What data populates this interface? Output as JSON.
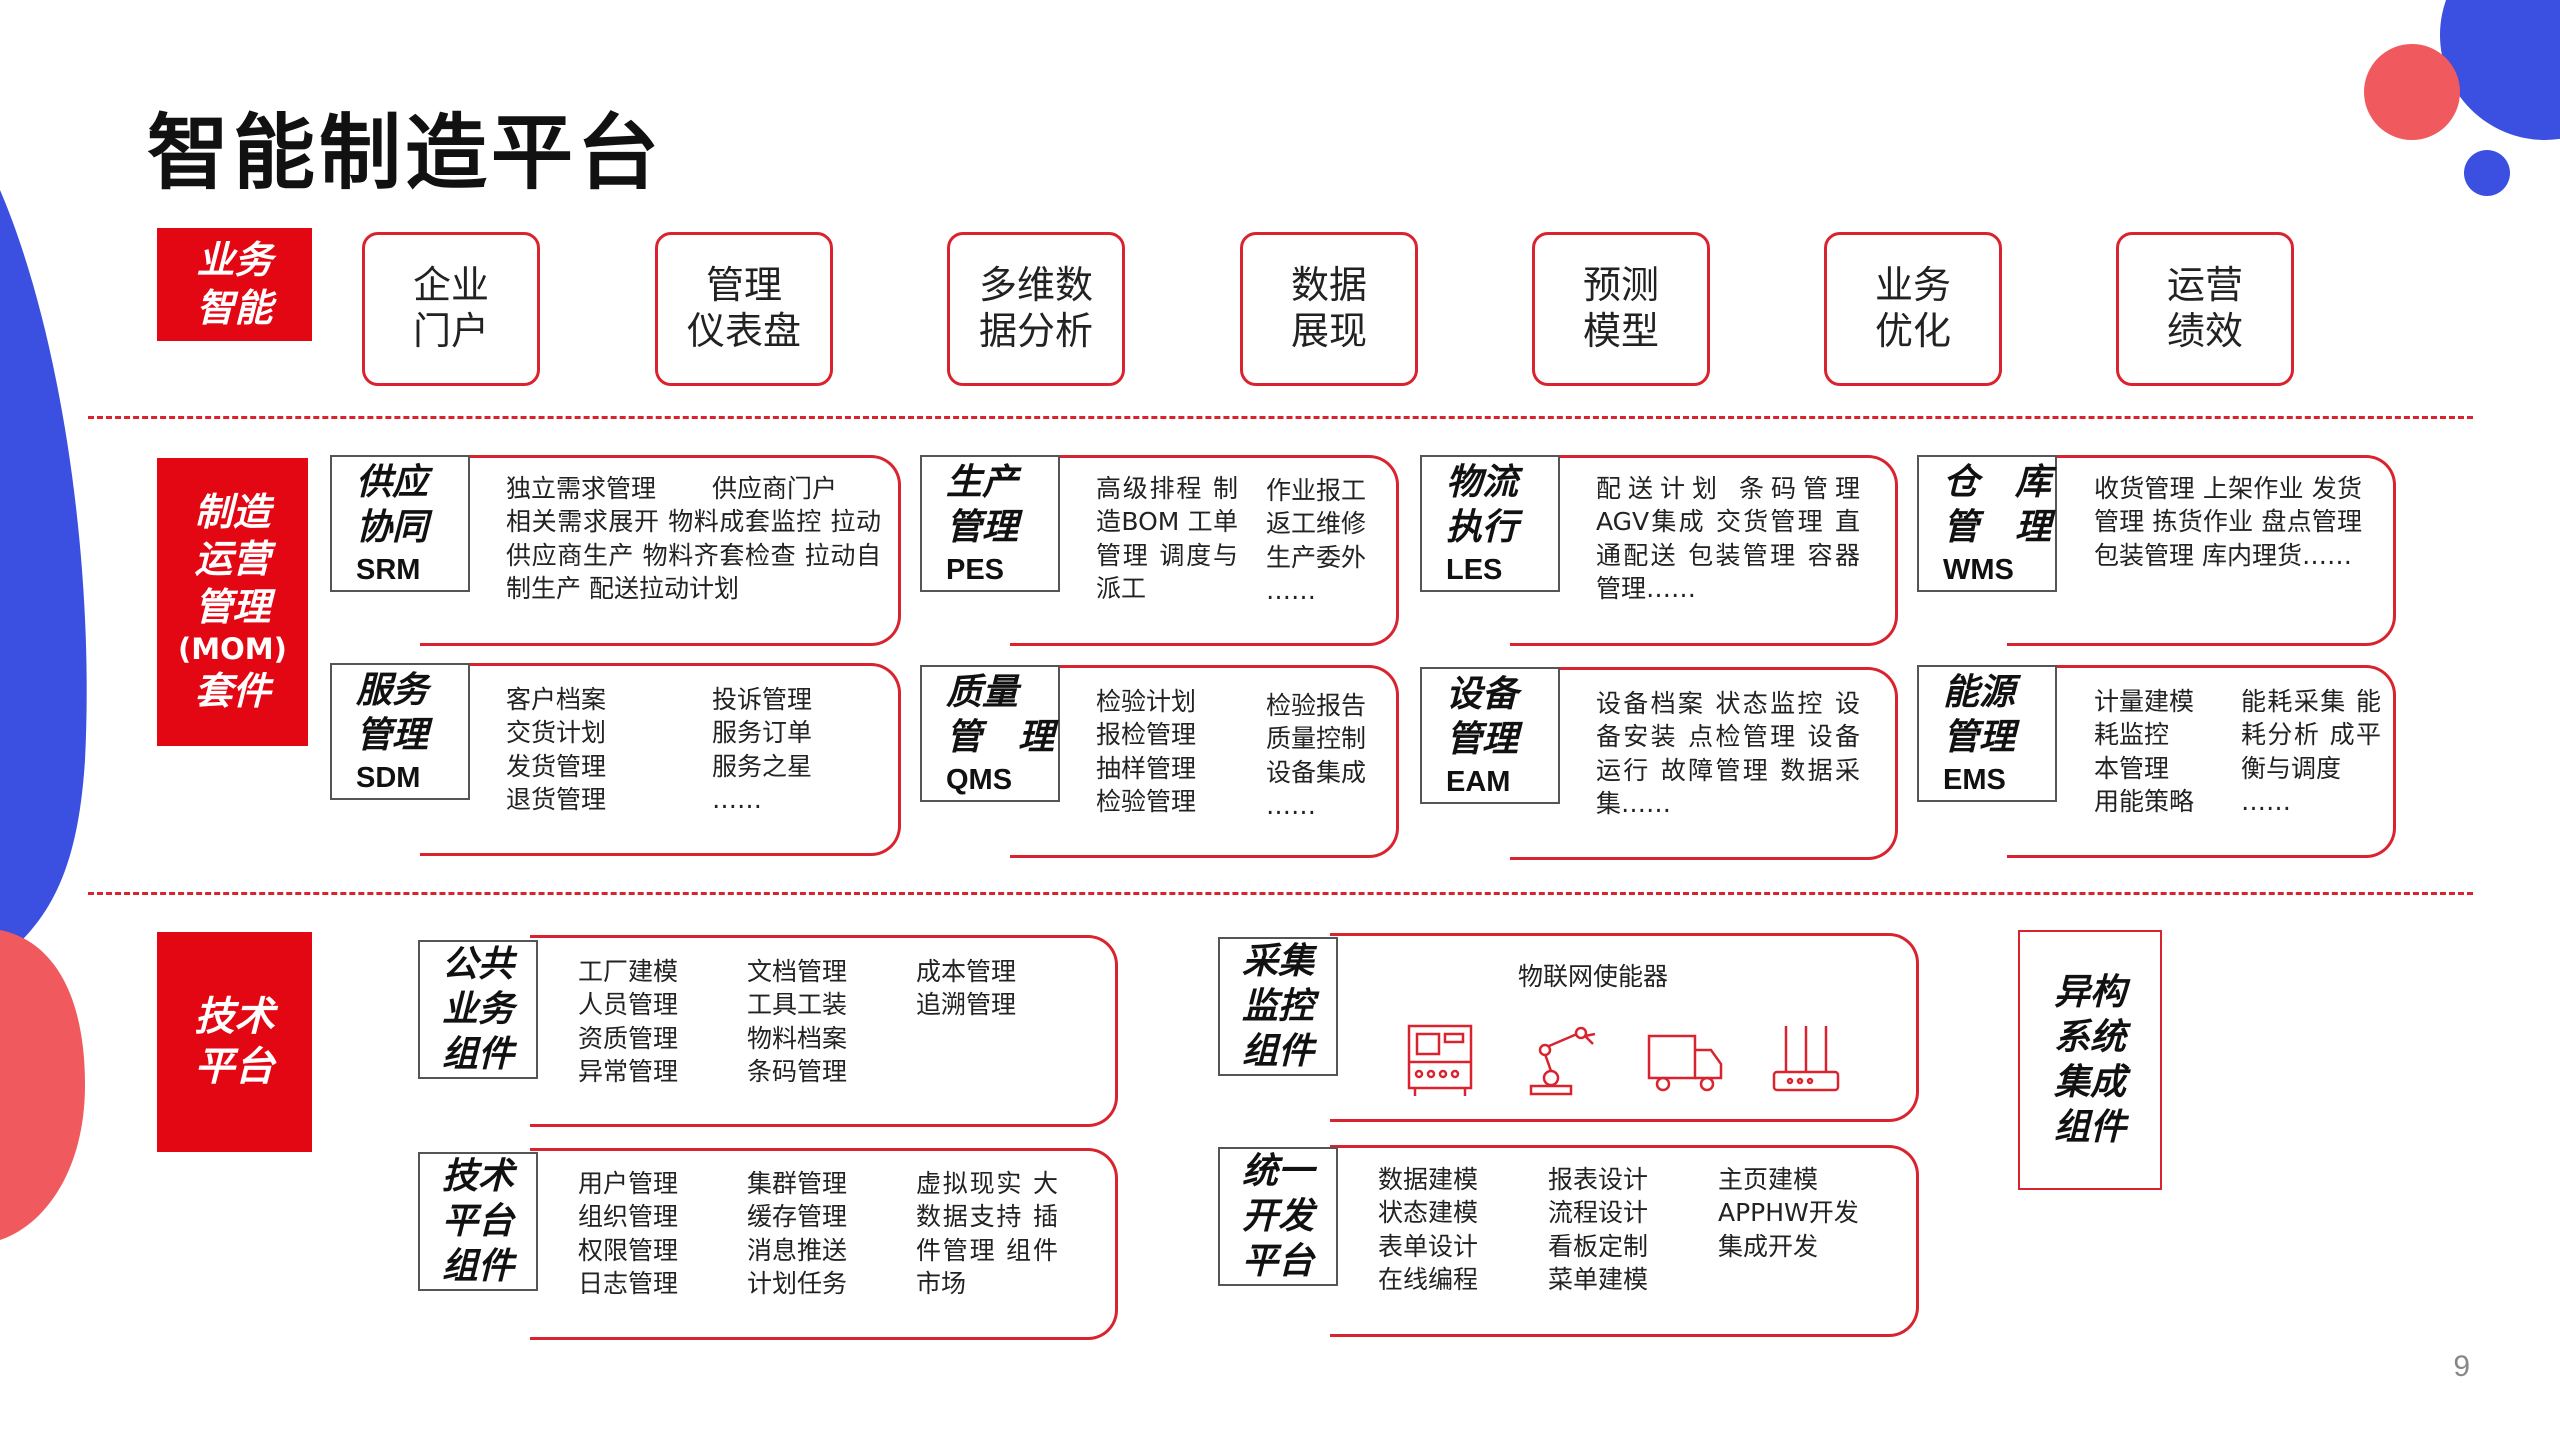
{
  "title": "智能制造平台",
  "page_number": "9",
  "colors": {
    "accent_red": "#e30613",
    "border_red": "#d9232e",
    "deco_blue": "#3b4fe0",
    "deco_coral": "#f05a5e"
  },
  "sections": {
    "bi": {
      "label_l1": "业务",
      "label_l2": "智能"
    },
    "mom": {
      "label_l1": "制造",
      "label_l2": "运营",
      "label_l3": "管理",
      "label_l4": "(MOM)",
      "label_l5": "套件"
    },
    "tech": {
      "label_l1": "技术",
      "label_l2": "平台"
    }
  },
  "bi_items": [
    {
      "l1": "企业",
      "l2": "门户"
    },
    {
      "l1": "管理",
      "l2": "仪表盘"
    },
    {
      "l1": "多维数",
      "l2": "据分析"
    },
    {
      "l1": "数据",
      "l2": "展现"
    },
    {
      "l1": "预测",
      "l2": "模型"
    },
    {
      "l1": "业务",
      "l2": "优化"
    },
    {
      "l1": "运营",
      "l2": "绩效"
    }
  ],
  "mom_modules": {
    "srm": {
      "t1": "供应",
      "t2": "协同",
      "code": "SRM",
      "col1": "独立需求管理\n相关需求展开 物料成套监控 拉动供应商生产 物料齐套检查 拉动自制生产 配送拉动计划",
      "col2": "供应商门户"
    },
    "pes": {
      "t1": "生产",
      "t2": "管理",
      "code": "PES",
      "col1": "高级排程 制造BOM 工单管理 调度与派工",
      "col2": "作业报工\n返工维修\n生产委外\n……"
    },
    "les": {
      "t1": "物流",
      "t2": "执行",
      "code": "LES",
      "col1": "配送计划 条码管理 AGV集成 交货管理 直通配送 包装管理 容器管理……"
    },
    "wms": {
      "t1": "仓　库",
      "t2": "管　理",
      "code": "WMS",
      "col1": "收货管理 上架作业 发货管理 拣货作业 盘点管理 包装管理 库内理货……"
    },
    "sdm": {
      "t1": "服务",
      "t2": "管理",
      "code": "SDM",
      "col1": "客户档案\n交货计划\n发货管理\n退货管理",
      "col2": "投诉管理\n服务订单\n服务之星\n……"
    },
    "qms": {
      "t1": "质量",
      "t2": "管　理",
      "code": "QMS",
      "col1": "检验计划\n报检管理\n抽样管理\n检验管理",
      "col2": "检验报告\n质量控制\n设备集成\n……"
    },
    "eam": {
      "t1": "设备",
      "t2": "管理",
      "code": "EAM",
      "col1": "设备档案 状态监控 设备安装 点检管理 设备运行 故障管理 数据采集……"
    },
    "ems": {
      "t1": "能源",
      "t2": "管理",
      "code": "EMS",
      "col1": "计量建模\n耗监控\n本管理\n用能策略",
      "col2": "能耗采集 能耗分析 成平衡与调度\n……"
    }
  },
  "tech_modules": {
    "public": {
      "t1": "公共",
      "t2": "业务",
      "t3": "组件",
      "col1": "工厂建模\n人员管理\n资质管理\n异常管理",
      "col2": "文档管理\n工具工装\n物料档案\n条码管理",
      "col3": "成本管理\n追溯管理"
    },
    "platform": {
      "t1": "技术",
      "t2": "平台",
      "t3": "组件",
      "col1": "用户管理\n组织管理\n权限管理\n日志管理",
      "col2": "集群管理\n缓存管理\n消息推送\n计划任务",
      "col3": "虚拟现实 大数据支持 插件管理 组件市场"
    },
    "collect": {
      "t1": "采集",
      "t2": "监控",
      "t3": "组件",
      "iot_label": "物联网使能器",
      "icons": [
        "machine-icon",
        "robot-arm-icon",
        "truck-icon",
        "router-icon"
      ]
    },
    "devplat": {
      "t1": "统一",
      "t2": "开发",
      "t3": "平台",
      "col1": "数据建模\n状态建模\n表单设计\n在线编程",
      "col2": "报表设计\n流程设计\n看板定制\n菜单建模",
      "col3": "主页建模\nAPPHW开发\n集成开发"
    },
    "hetero": {
      "t1": "异构",
      "t2": "系统",
      "t3": "集成",
      "t4": "组件"
    }
  }
}
